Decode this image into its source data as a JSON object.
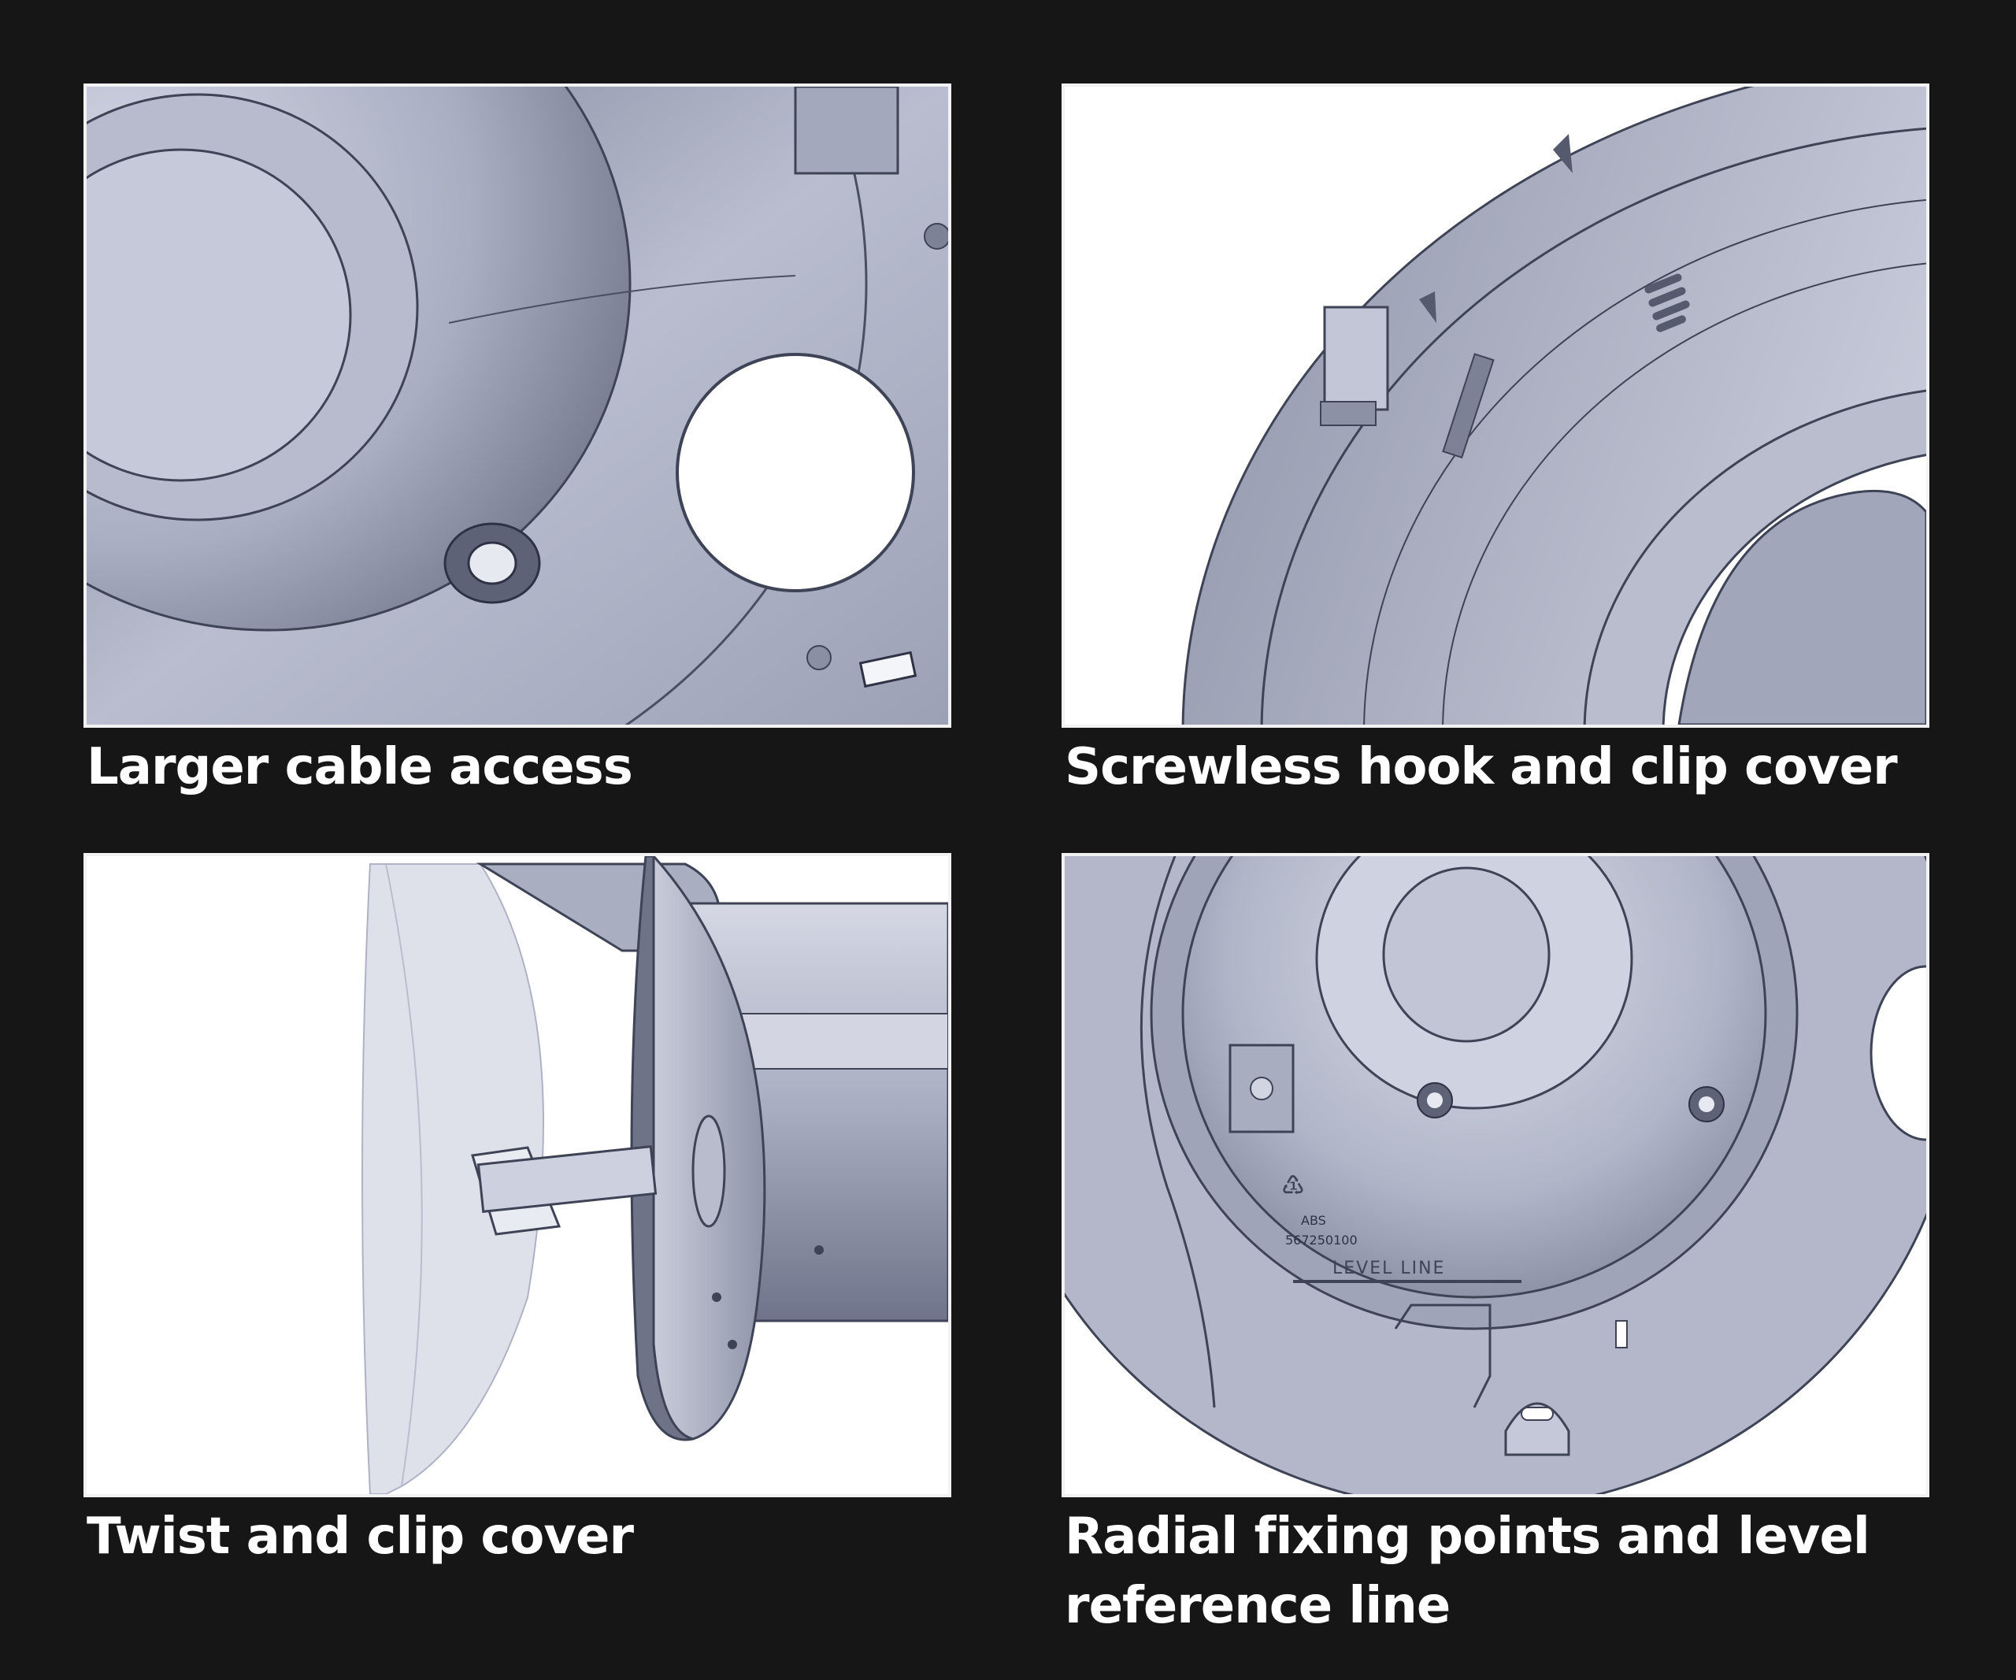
{
  "panels": [
    {
      "caption": [
        "Larger cable access"
      ]
    },
    {
      "caption": [
        "Screwless hook and clip cover"
      ]
    },
    {
      "caption": [
        "Twist and clip cover"
      ]
    },
    {
      "caption": [
        "Radial fixing points and level",
        "reference line"
      ]
    }
  ],
  "markings": {
    "material": "ABS",
    "part_number": "567250100",
    "level_line": "LEVEL  LINE"
  },
  "colors": {
    "background": "#161616",
    "frame_border": "#f2f2f2",
    "caption": "#ffffff",
    "part_light": "#c4c8d8",
    "part_mid": "#9ea3b8",
    "part_dark": "#6e7388"
  }
}
